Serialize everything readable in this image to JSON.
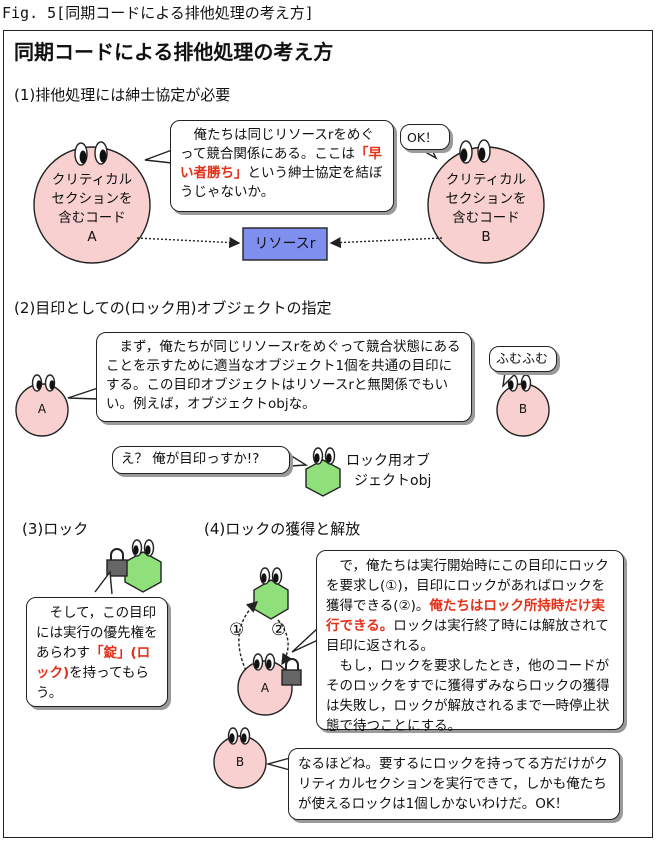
{
  "caption": "Fig. 5[同期コードによる排他処理の考え方]",
  "title": "同期コードによる排他処理の考え方",
  "sec1": {
    "heading": "(1)排他処理には紳士協定が必要",
    "blobA": [
      "クリティカル",
      "セクションを",
      "含むコード",
      "A"
    ],
    "blobB": [
      "クリティカル",
      "セクションを",
      "含むコード",
      "B"
    ],
    "bubble_pre": "　俺たちは同じリソースrをめぐって競合関係にある。ここは",
    "bubble_red": "「早い者勝ち」",
    "bubble_post": "という紳士協定を結ぼうじゃないか。",
    "ok": "OK！",
    "resource": "リソースr"
  },
  "sec2": {
    "heading": "(2)目印としての(ロック用)オブジェクトの指定",
    "bubble": "　まず，俺たちが同じリソースrをめぐって競合状態にあることを示すために適当なオブジェクト1個を共通の目印にする。この目印オブジェクトはリソースrと無関係でもいい。例えば，オブジェクトobjな。",
    "fumu": "ふむふむ",
    "obj_question": "え？ 俺が目印っすか!?",
    "obj_label_1": "ロック用オブ",
    "obj_label_2": "ジェクトobj",
    "labelA": "A",
    "labelB": "B"
  },
  "sec3": {
    "heading": "(3)ロック",
    "bubble_pre": "　そして，この目印には実行の優先権をあらわす",
    "bubble_red": "「錠」(ロック)",
    "bubble_post": "を持ってもらう。"
  },
  "sec4": {
    "heading": "(4)ロックの獲得と解放",
    "bubble_1": "　で，俺たちは実行開始時にこの目印にロックを要求し(①)，目印にロックがあればロックを獲得できる(②)。",
    "bubble_red": "俺たちはロック所持時だけ実行できる。",
    "bubble_2": "ロックは実行終了時には解放されて目印に返される。",
    "bubble_3": "　もし，ロックを要求したとき，他のコードがそのロックをすでに獲得ずみならロックの獲得は失敗し，ロックが解放されるまで一時停止状態で待つことにする。",
    "step1": "①",
    "step2": "②",
    "labelA": "A",
    "labelB": "B",
    "final": "なるほどね。要するにロックを持ってる方だけがクリティカルセクションを実行できて，しかも俺たちが使えるロックは1個しかないわけだ。OK！"
  },
  "colors": {
    "blob": "#f8d0d0",
    "hexagon": "#8fe07a",
    "resource": "#7f8ff0",
    "accent": "#e53018"
  }
}
